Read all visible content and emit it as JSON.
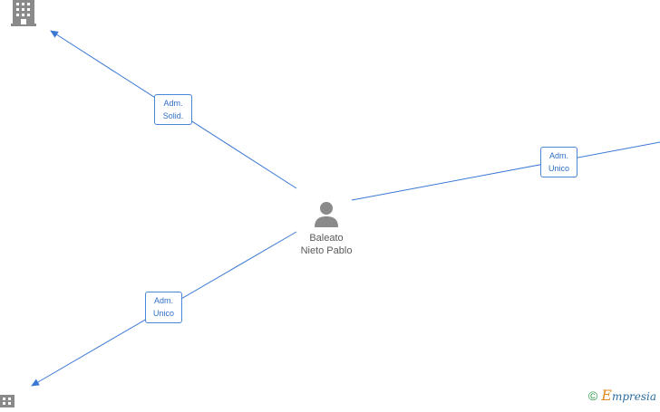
{
  "person": {
    "name_line1": "Baleato",
    "name_line2": "Nieto Pablo"
  },
  "edges": {
    "solid": {
      "line1": "Adm.",
      "line2": "Solid."
    },
    "unico_right": {
      "line1": "Adm.",
      "line2": "Unico"
    },
    "unico_left": {
      "line1": "Adm.",
      "line2": "Unico"
    }
  },
  "colors": {
    "edge": "#3a78d4",
    "node_icon": "#8a8a8a",
    "label_border": "#4a86d8"
  },
  "icons": {
    "person": "person-icon",
    "company": "building-icon"
  },
  "copyright": {
    "symbol": "©",
    "brand_first": "E",
    "brand_rest": "mpresia"
  }
}
